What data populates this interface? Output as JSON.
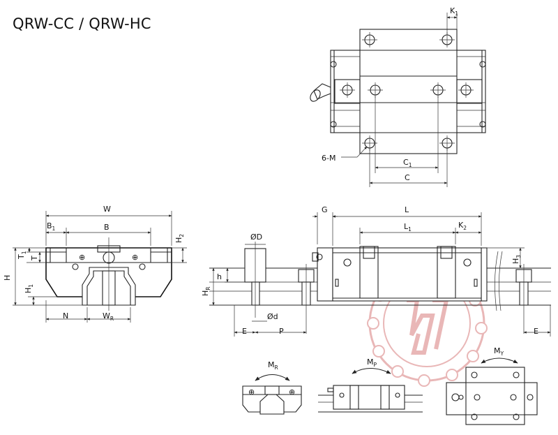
{
  "title": "QRW-CC / QRW-HC",
  "labels": {
    "K1": "K",
    "K1_sub": "1",
    "M6": "6-M",
    "C1": "C",
    "C1_sub": "1",
    "C": "C",
    "W": "W",
    "B1": "B",
    "B1_sub": "1",
    "B": "B",
    "H2": "H",
    "H2_sub": "2",
    "T1": "T",
    "T1_sub": "1",
    "T": "T",
    "H": "H",
    "H1": "H",
    "H1_sub": "1",
    "N": "N",
    "WR": "W",
    "WR_sub": "R",
    "OD": "ØD",
    "Od": "Ød",
    "h": "h",
    "HR": "H",
    "HR_sub": "R",
    "E_left": "E",
    "P": "P",
    "G": "G",
    "L": "L",
    "L1": "L",
    "L1_sub": "1",
    "K2": "K",
    "K2_sub": "2",
    "H3": "H",
    "H3_sub": "3",
    "E_right": "E",
    "MR": "M",
    "MR_sub": "R",
    "MP": "M",
    "MP_sub": "P",
    "MY": "M",
    "MY_sub": "Y"
  },
  "colors": {
    "line": "#222222",
    "watermark": "#e9b7b7"
  },
  "icons": [
    "grease-nipple-icon",
    "moment-arrow-icon",
    "watermark-logo-icon"
  ]
}
